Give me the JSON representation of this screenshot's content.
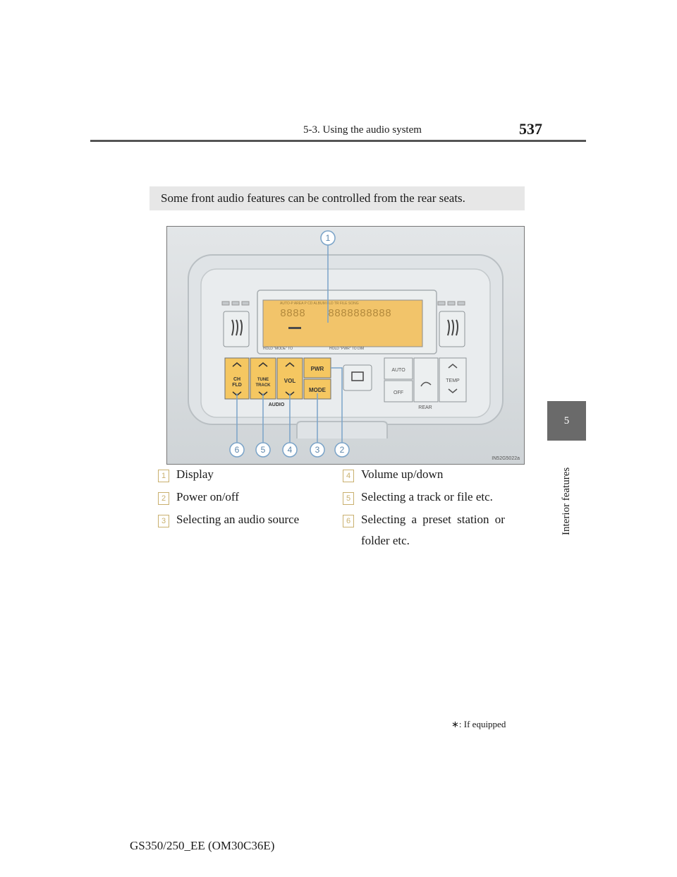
{
  "header": {
    "section": "5-3. Using the audio system",
    "page": "537"
  },
  "side_tab": {
    "chapter_number": "5",
    "chapter_title": "Interior features"
  },
  "intro": "Some front audio features can be controlled from the rear seats.",
  "figure": {
    "code": "IN52G5022a",
    "callouts": [
      "1",
      "6",
      "5",
      "4",
      "3",
      "2"
    ],
    "panel": {
      "display_top": "AUTO-P AREA P CD ALBUM FLD TR FILE SONG",
      "display_digits_left": "8888",
      "display_digits_right": "8888888888",
      "display_bottom_left": "HOLD \"MODE\" TO",
      "display_bottom_right": "HOLD \"PWR\" TO DIM",
      "btn_ch": "CH",
      "btn_fld": "FLD",
      "btn_tune": "TUNE",
      "btn_track": "TRACK",
      "btn_vol": "VOL",
      "btn_pwr": "PWR",
      "btn_mode": "MODE",
      "audio_label": "AUDIO",
      "btn_auto": "AUTO",
      "btn_off": "OFF",
      "btn_temp": "TEMP",
      "rear_label": "REAR"
    }
  },
  "legend": [
    {
      "num": "1",
      "text": "Display"
    },
    {
      "num": "2",
      "text": "Power on/off"
    },
    {
      "num": "3",
      "text": "Selecting an audio source"
    },
    {
      "num": "4",
      "text": "Volume up/down"
    },
    {
      "num": "5",
      "text": "Selecting a track or file etc."
    },
    {
      "num": "6",
      "text": "Selecting a preset station or",
      "text2": "folder etc."
    }
  ],
  "footnote": {
    "mark": "∗",
    "text": ": If equipped"
  },
  "footer": "GS350/250_EE (OM30C36E)",
  "colors": {
    "display": "#f2c46a",
    "audio_buttons": "#f5c761",
    "callout": "#7aa3c8",
    "number_box": "#c9b06e"
  }
}
